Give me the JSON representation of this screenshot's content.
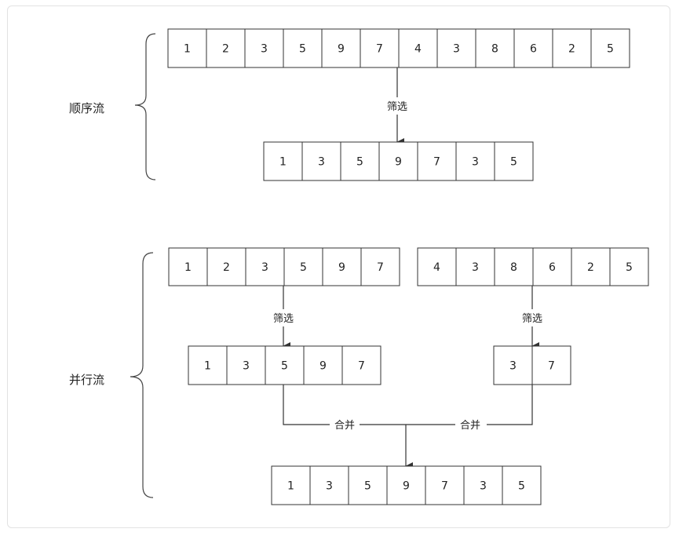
{
  "sequential": {
    "label": "顺序流",
    "source": [
      "1",
      "2",
      "3",
      "5",
      "9",
      "7",
      "4",
      "3",
      "8",
      "6",
      "2",
      "5"
    ],
    "filter_label": "筛选",
    "result": [
      "1",
      "3",
      "5",
      "9",
      "7",
      "3",
      "5"
    ]
  },
  "parallel": {
    "label": "并行流",
    "left_source": [
      "1",
      "2",
      "3",
      "5",
      "9",
      "7"
    ],
    "right_source": [
      "4",
      "3",
      "8",
      "6",
      "2",
      "5"
    ],
    "left_filter_label": "筛选",
    "right_filter_label": "筛选",
    "left_result": [
      "1",
      "3",
      "5",
      "9",
      "7"
    ],
    "right_result": [
      "3",
      "7"
    ],
    "merge_label_left": "合并",
    "merge_label_right": "合并",
    "final": [
      "1",
      "3",
      "5",
      "9",
      "7",
      "3",
      "5"
    ]
  }
}
